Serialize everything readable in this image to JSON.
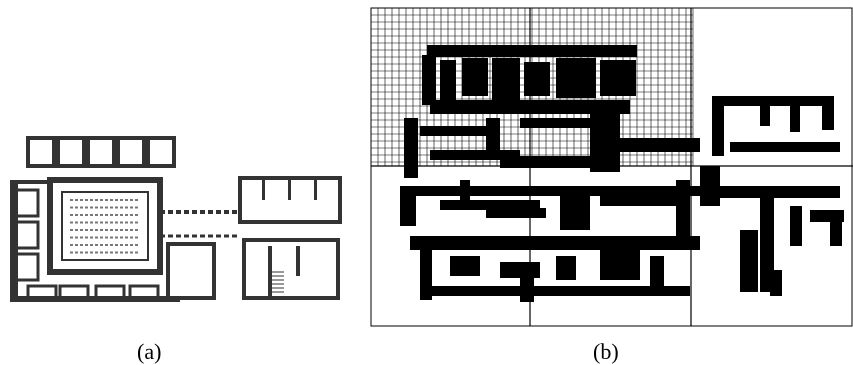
{
  "figure": {
    "panels": [
      {
        "id": "a",
        "caption": "(a)",
        "content": "floor-plan-drawing"
      },
      {
        "id": "b",
        "caption": "(b)",
        "content": "binary-grid-occupancy-map"
      }
    ],
    "colors": {
      "ink": "#000000",
      "paper": "#ffffff",
      "plan_line": "#333333",
      "grid_line": "#000000"
    }
  }
}
